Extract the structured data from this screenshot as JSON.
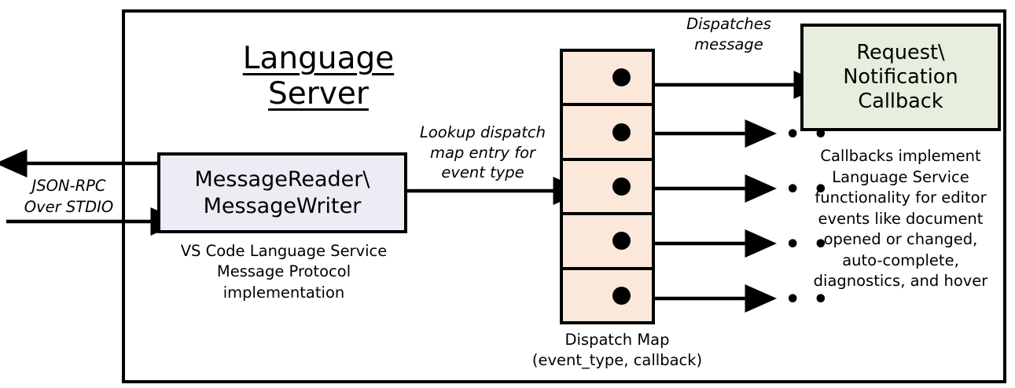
{
  "diagram": {
    "title": "Language Server",
    "outer_container_name": "Language Server boundary"
  },
  "left_channel": {
    "label": "JSON-RPC\nOver STDIO",
    "outbound_arrow": "arrow pointing left out of Language Server",
    "inbound_arrow": "arrow pointing right into MessageReader"
  },
  "message_module": {
    "box_text": "MessageReader\\\nMessageWriter",
    "caption": "VS Code Language Service\nMessage Protocol implementation"
  },
  "lookup": {
    "label": "Lookup dispatch\nmap entry for\nevent type"
  },
  "dispatch_map": {
    "caption": "Dispatch Map\n(event_type, callback)",
    "rows": [
      {
        "dot": "callback-dot"
      },
      {
        "dot": "callback-dot"
      },
      {
        "dot": "callback-dot"
      },
      {
        "dot": "callback-dot"
      },
      {
        "dot": "callback-dot"
      }
    ]
  },
  "dispatches": {
    "label": "Dispatches\nmessage"
  },
  "callback": {
    "box_text": "Request\\\nNotification\nCallback",
    "caption": "Callbacks implement\nLanguage Service\nfunctionality for editor\nevents like document\nopened or changed,\nauto-complete,\ndiagnostics, and hover"
  },
  "ellipses": [
    "• • •",
    "• • •",
    "• • •",
    "• • •"
  ],
  "colors": {
    "stroke": "#000000",
    "message_box_fill": "#EDEBF3",
    "dispatch_map_fill": "#FCE8DA",
    "callback_box_fill": "#E7EEDD",
    "background": "#FFFFFF"
  }
}
